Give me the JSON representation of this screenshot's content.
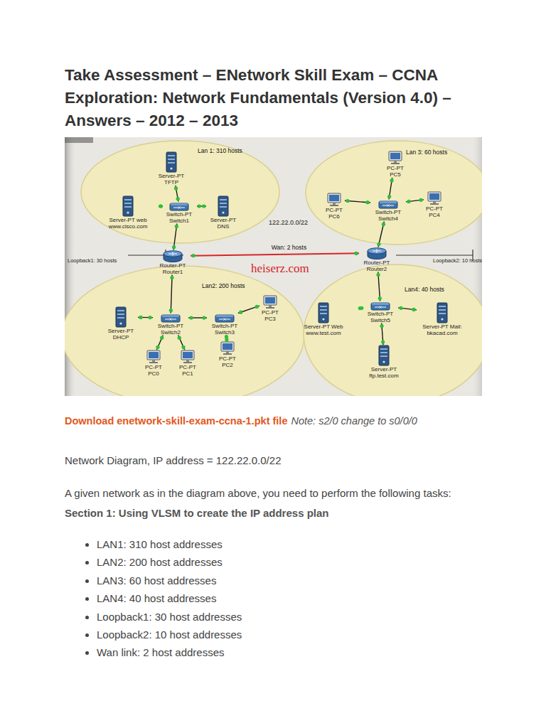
{
  "diagram": {
    "title": "Take Assessment – ENetwork Skill Exam – CCNA Exploration: Network Fundamentals (Version 4.0) – Answers – 2012 – 2013",
    "nodes": [
      {
        "text": [
          "Lan 1: 310 hosts"
        ]
      },
      {
        "text": [
          "Server-PT TFTP"
        ],
        "in": 0
      },
      {
        "text": [
          "Server-PT web www.cisco.com"
        ],
        "in": 0
      },
      {
        "text": [
          "Switch-PT Switch1"
        ],
        "in": 0
      },
      {
        "text": [
          "Server-PT DNS"
        ],
        "in": 0
      },
      {
        "text": [
          "Lan 3: 60 hosts"
        ]
      },
      {
        "text": [
          "PC-PT PC5"
        ],
        "in": 5
      },
      {
        "text": [
          "PC-PT PC6"
        ],
        "in": 5
      },
      {
        "text": [
          "Switch-PT Switch4"
        ],
        "in": 5
      },
      {
        "text": [
          "PC-PT PC4"
        ],
        "in": 5
      },
      {
        "text": [
          "Router-PT Router1"
        ]
      },
      {
        "text": [
          "Router-PT Router2"
        ]
      },
      {
        "text": [
          "Lan2: 200 hosts"
        ]
      },
      {
        "text": [
          "Server-PT DHCP"
        ],
        "in": 12
      },
      {
        "text": [
          "Switch-PT Switch2"
        ],
        "in": 12
      },
      {
        "text": [
          "Switch-PT Switch3"
        ],
        "in": 12
      },
      {
        "text": [
          "PC-PT PC3"
        ],
        "in": 12
      },
      {
        "text": [
          "PC-PT PC0"
        ],
        "in": 12
      },
      {
        "text": [
          "PC-PT PC1"
        ],
        "in": 12
      },
      {
        "text": [
          "PC-PT PC2"
        ],
        "in": 12
      },
      {
        "text": [
          "Lan4: 40 hosts"
        ]
      },
      {
        "text": [
          "Server-PT Web www.test.com"
        ],
        "in": 20
      },
      {
        "text": [
          "Switch-PT Switch5"
        ],
        "in": 20
      },
      {
        "text": [
          "Server-PT Mail: bkacad.com"
        ],
        "in": 20
      },
      {
        "text": [
          "Server-PT ftp.test.com"
        ],
        "in": 20
      }
    ],
    "edges": [
      {
        "from": 3,
        "to": 1,
        "arrow": "none"
      },
      {
        "from": 3,
        "to": 2,
        "arrow": "none"
      },
      {
        "from": 3,
        "to": 4,
        "arrow": "none"
      },
      {
        "from": 3,
        "to": 10,
        "arrow": "none"
      },
      {
        "from": 10,
        "to": 14,
        "arrow": "none"
      },
      {
        "from": 14,
        "to": 13,
        "arrow": "none"
      },
      {
        "from": 14,
        "to": 17,
        "arrow": "none"
      },
      {
        "from": 14,
        "to": 18,
        "arrow": "none"
      },
      {
        "from": 14,
        "to": 15,
        "arrow": "none"
      },
      {
        "from": 15,
        "to": 16,
        "arrow": "none"
      },
      {
        "from": 15,
        "to": 19,
        "arrow": "none"
      },
      {
        "from": 10,
        "to": 11,
        "label": "Wan: 2 hosts",
        "arrow": "none"
      },
      {
        "from": 11,
        "to": 8,
        "arrow": "none"
      },
      {
        "from": 8,
        "to": 6,
        "arrow": "none"
      },
      {
        "from": 8,
        "to": 7,
        "arrow": "none"
      },
      {
        "from": 8,
        "to": 9,
        "arrow": "none"
      },
      {
        "from": 11,
        "to": 22,
        "arrow": "none"
      },
      {
        "from": 22,
        "to": 21,
        "arrow": "none"
      },
      {
        "from": 22,
        "to": 23,
        "arrow": "none"
      },
      {
        "from": 22,
        "to": 24,
        "arrow": "none"
      }
    ],
    "labels": [
      "Loopback1: 30 hosts",
      "122.22.0.0/22",
      "heiserz.com",
      "Loopback2: 10 hosts",
      "Download enetwork-skill-exam-ccna-1.pkt file",
      "Note: s2/0 change to s0/0/0",
      "Network Diagram, IP address = 122.22.0.0/22",
      "A given network as in the diagram above, you need to perform the following tasks:",
      "Section 1: Using VLSM to create the IP address plan",
      "LAN1: 310 host addresses",
      "LAN2: 200 host addresses",
      "LAN3: 60 host addresses",
      "LAN4: 40 host addresses",
      "Loopback1: 30 host addresses",
      "Loopback2: 10 host addresses",
      "Wan link: 2 host addresses"
    ]
  }
}
